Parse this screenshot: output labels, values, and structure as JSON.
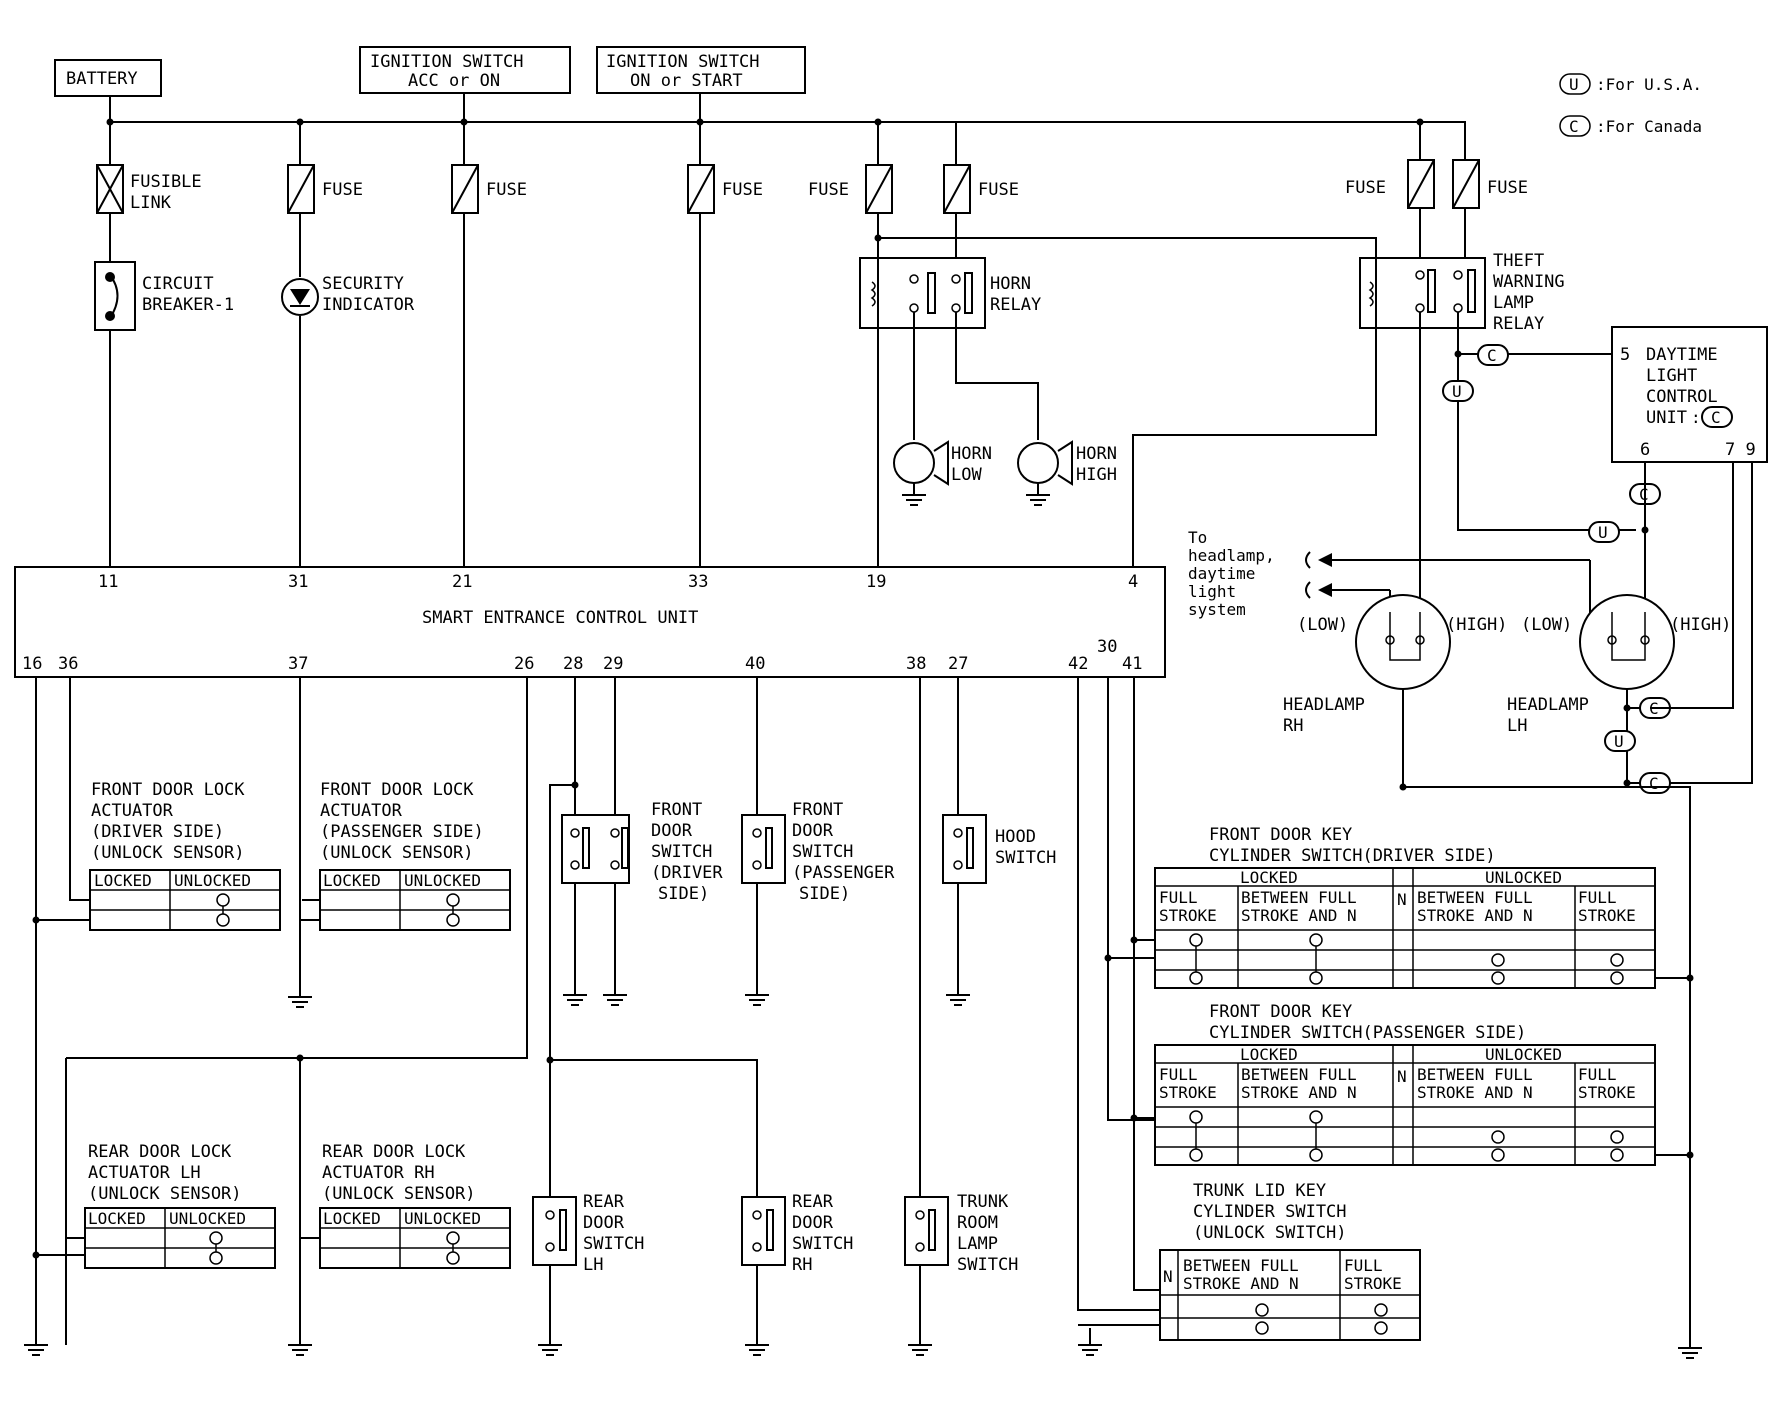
{
  "sources": {
    "battery": "BATTERY",
    "ign_acc_1": "IGNITION SWITCH",
    "ign_acc_2": "ACC or ON",
    "ign_on_1": "IGNITION SWITCH",
    "ign_on_2": "ON or START"
  },
  "legend": {
    "u_symbol": "U",
    "u_text": ":For U.S.A.",
    "c_symbol": "C",
    "c_text": ":For Canada"
  },
  "components": {
    "fusible_link_1": "FUSIBLE",
    "fusible_link_2": "LINK",
    "fuse": "FUSE",
    "circuit_breaker_1": "CIRCUIT",
    "circuit_breaker_2": "BREAKER-1",
    "security_indicator_1": "SECURITY",
    "security_indicator_2": "INDICATOR",
    "horn_relay_1": "HORN",
    "horn_relay_2": "RELAY",
    "horn_low_1": "HORN",
    "horn_low_2": "LOW",
    "horn_high_1": "HORN",
    "horn_high_2": "HIGH",
    "theft_relay_1": "THEFT",
    "theft_relay_2": "WARNING",
    "theft_relay_3": "LAMP",
    "theft_relay_4": "RELAY",
    "dlcu_1": "DAYTIME",
    "dlcu_2": "LIGHT",
    "dlcu_3": "CONTROL",
    "dlcu_4": "UNIT",
    "dlcu_pin5": "5",
    "dlcu_pin6": "6",
    "dlcu_pin79": "7 9",
    "to_head_1": "To",
    "to_head_2": "headlamp,",
    "to_head_3": "daytime",
    "to_head_4": "light",
    "to_head_5": "system",
    "low": "(LOW)",
    "high": "(HIGH)",
    "headlamp": "HEADLAMP",
    "rh": "RH",
    "lh": "LH"
  },
  "control_unit": {
    "name": "SMART ENTRANCE CONTROL UNIT",
    "top_pins": [
      "11",
      "31",
      "21",
      "33",
      "19",
      "4"
    ],
    "bottom_pins": [
      "16",
      "36",
      "37",
      "26",
      "28",
      "29",
      "40",
      "38",
      "27",
      "42",
      "30",
      "41"
    ]
  },
  "actuators": {
    "front_driver": [
      "FRONT DOOR LOCK",
      "ACTUATOR",
      "(DRIVER SIDE)",
      "(UNLOCK SENSOR)"
    ],
    "front_pass": [
      "FRONT DOOR LOCK",
      "ACTUATOR",
      "(PASSENGER SIDE)",
      "(UNLOCK SENSOR)"
    ],
    "rear_lh": [
      "REAR DOOR LOCK",
      "ACTUATOR LH",
      "(UNLOCK SENSOR)"
    ],
    "rear_rh": [
      "REAR DOOR LOCK",
      "ACTUATOR RH",
      "(UNLOCK SENSOR)"
    ],
    "locked": "LOCKED",
    "unlocked": "UNLOCKED"
  },
  "switches": {
    "front_door_driver": [
      "FRONT",
      "DOOR",
      "SWITCH",
      "(DRIVER",
      "SIDE)"
    ],
    "front_door_pass": [
      "FRONT",
      "DOOR",
      "SWITCH",
      "(PASSENGER",
      "SIDE)"
    ],
    "hood": [
      "HOOD",
      "SWITCH"
    ],
    "rear_lh": [
      "REAR",
      "DOOR",
      "SWITCH",
      "LH"
    ],
    "rear_rh": [
      "REAR",
      "DOOR",
      "SWITCH",
      "RH"
    ],
    "trunk_room": [
      "TRUNK",
      "ROOM",
      "LAMP",
      "SWITCH"
    ]
  },
  "key_cylinders": {
    "driver_title": [
      "FRONT DOOR KEY",
      "CYLINDER SWITCH(DRIVER SIDE)"
    ],
    "pass_title": [
      "FRONT DOOR KEY",
      "CYLINDER SWITCH(PASSENGER SIDE)"
    ],
    "trunk_title": [
      "TRUNK LID KEY",
      "CYLINDER SWITCH",
      "(UNLOCK SWITCH)"
    ],
    "locked": "LOCKED",
    "unlocked": "UNLOCKED",
    "n": "N",
    "full_1": "FULL",
    "full_2": "STROKE",
    "between_1": "BETWEEN FULL",
    "between_2": "STROKE AND N"
  }
}
